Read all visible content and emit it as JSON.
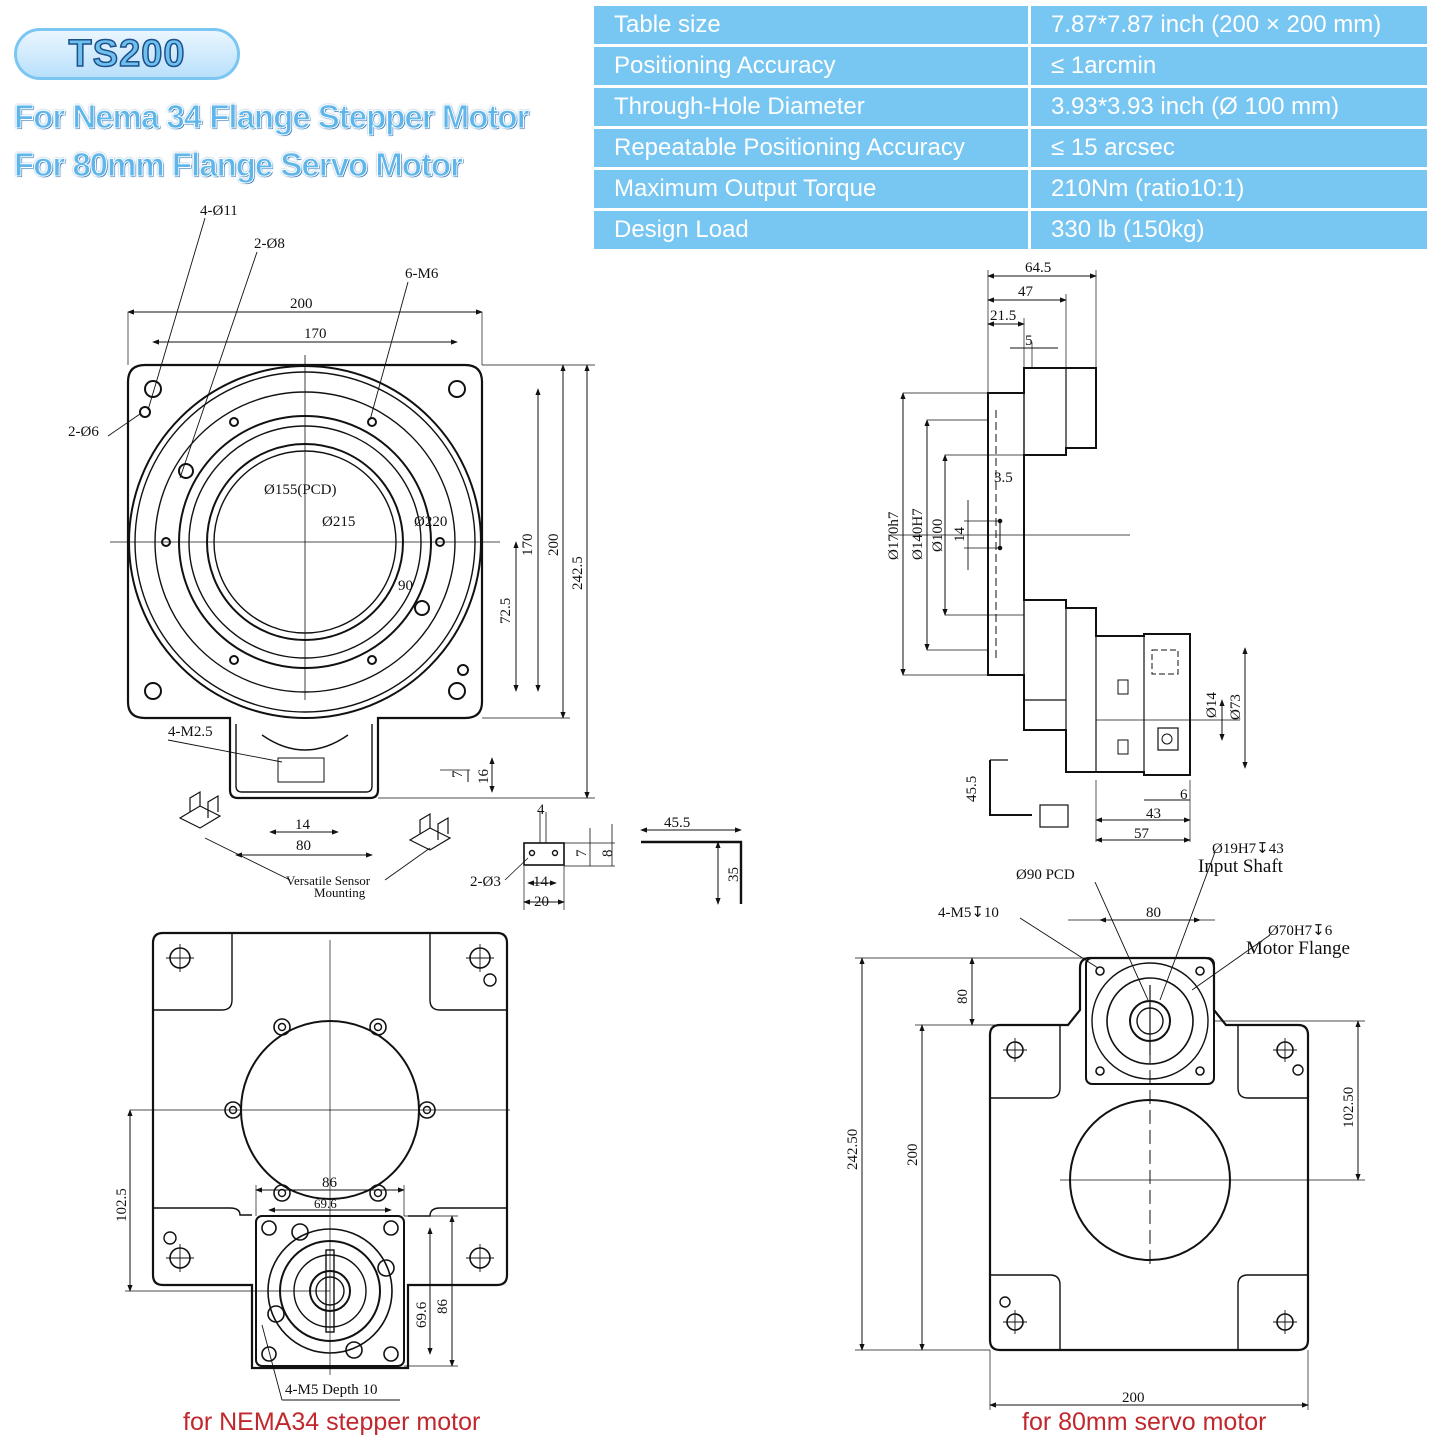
{
  "header": {
    "model_badge": "TS200",
    "subtitle_1": "For Nema 34 Flange Stepper Motor",
    "subtitle_2": "For 80mm Flange Servo Motor"
  },
  "spec_table": [
    {
      "label": "Table size",
      "value": "7.87*7.87 inch (200 × 200 mm)"
    },
    {
      "label": "Positioning Accuracy",
      "value": "≤ 1arcmin"
    },
    {
      "label": "Through-Hole Diameter",
      "value": "3.93*3.93 inch (Ø 100 mm)"
    },
    {
      "label": "Repeatable Positioning Accuracy",
      "value": "≤ 15 arcsec"
    },
    {
      "label": "Maximum Output Torque",
      "value": "210Nm (ratio10:1)"
    },
    {
      "label": "Design Load",
      "value": "330 lb (150kg)"
    }
  ],
  "top_view_dims": {
    "d_4_11": "4-Ø11",
    "d_2_8": "2-Ø8",
    "m6": "6-M6",
    "w200": "200",
    "w170": "170",
    "d_2_6": "2-Ø6",
    "pcd155": "Ø155(PCD)",
    "d215": "Ø215",
    "d220": "Ø220",
    "a90": "90",
    "h170": "170",
    "h200": "200",
    "h242": "242.5",
    "h72": "72.5",
    "m25": "4-M2.5",
    "d7": "7",
    "d16": "16",
    "d14": "14",
    "d80": "80",
    "sensor_1": "Versatile Sensor",
    "sensor_2": "Mounting"
  },
  "bracket_dims": {
    "d4": "4",
    "d7": "7",
    "d8": "8",
    "d_2_3": "2-Ø3",
    "d14": "14",
    "d20": "20",
    "d45": "45.5",
    "d35": "35"
  },
  "side_view_dims": {
    "d645": "64.5",
    "d47": "47",
    "d215": "21.5",
    "d5": "5",
    "d35": "3.5",
    "d170h7": "Ø170h7",
    "d140h7": "Ø140H7",
    "d100": "Ø100",
    "d14": "14",
    "d14b": "Ø14",
    "d73": "Ø73",
    "d455": "45.5",
    "d6": "6",
    "d43": "43",
    "d57": "57"
  },
  "stepper_view_dims": {
    "d86": "86",
    "d696": "69.6",
    "d1025": "102.5",
    "d696v": "69.6",
    "d86v": "86",
    "m5": "4-M5 Depth 10"
  },
  "servo_view_dims": {
    "shaft": "Ø19H7↧43",
    "shaft_lbl": "Input Shaft",
    "pcd": "Ø90 PCD",
    "m5": "4-M5↧10",
    "d80": "80",
    "flange": "Ø70H7↧6",
    "flange_lbl": "Motor Flange",
    "v80": "80",
    "v1025": "102.50",
    "v24250": "242.50",
    "v200": "200",
    "h200": "200"
  },
  "captions": {
    "stepper": "for NEMA34 stepper motor",
    "servo": "for 80mm servo motor"
  }
}
